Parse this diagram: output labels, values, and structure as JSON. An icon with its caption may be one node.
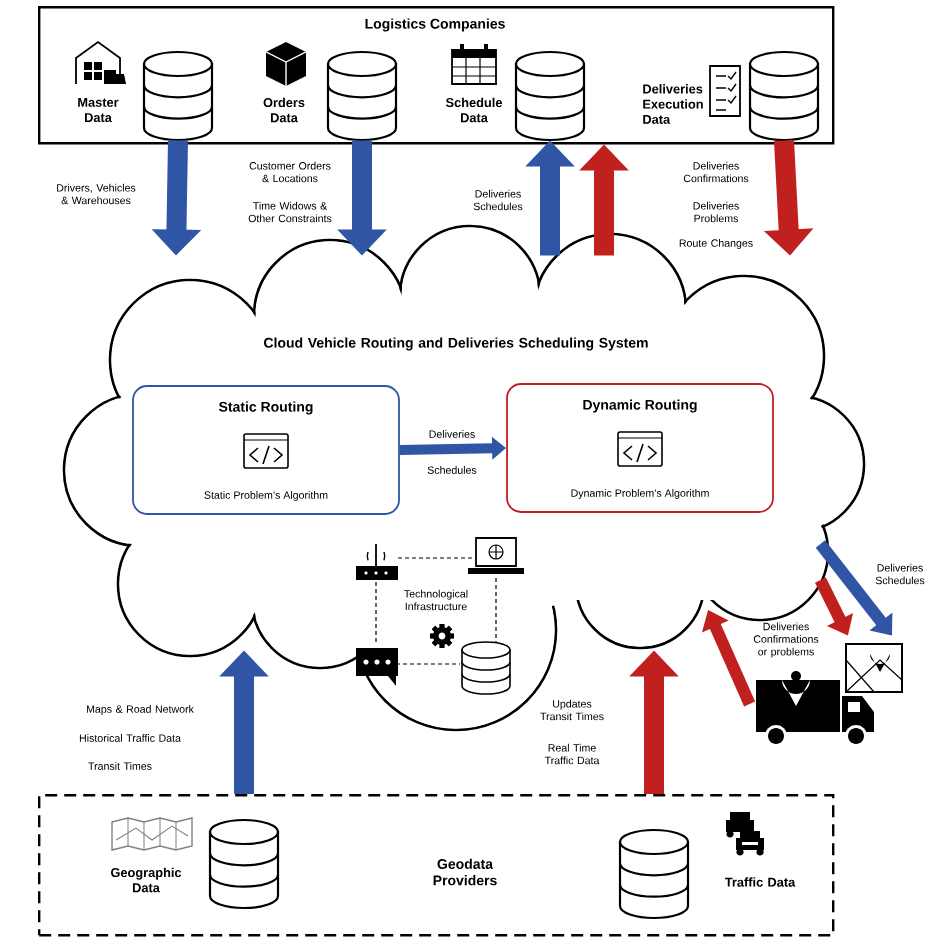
{
  "diagram": {
    "nodes": [
      {
        "text": [
          "Logistics Companies"
        ]
      },
      {
        "text": [],
        "shape": "cylinder",
        "in": 0,
        "beside": [
          "Master Data"
        ]
      },
      {
        "text": [],
        "shape": "cylinder",
        "in": 0,
        "beside": [
          "Orders Data"
        ]
      },
      {
        "text": [],
        "shape": "cylinder",
        "in": 0,
        "beside": [
          "Schedule Data"
        ]
      },
      {
        "text": [],
        "shape": "cylinder",
        "in": 0,
        "beside": [
          "Deliveries Execution Data"
        ]
      },
      {
        "text": [
          "Cloud Vehicle Routing and Deliveries Scheduling System"
        ]
      },
      {
        "text": [
          "Static Routing",
          "Static Problem’s Algorithm"
        ],
        "in": 5
      },
      {
        "text": [
          "Dynamic Routing",
          "Dynamic Problem’s Algorithm"
        ],
        "in": 5
      },
      {
        "text": [],
        "shape": "truck"
      },
      {
        "text": [
          "Geodata Providers"
        ]
      },
      {
        "text": [],
        "shape": "cylinder",
        "in": 9,
        "beside": [
          "Geographic Data"
        ]
      },
      {
        "text": [],
        "shape": "cylinder",
        "in": 9,
        "beside": [
          "Traffic Data"
        ]
      }
    ],
    "edges": [
      {
        "from": 1,
        "to": 5,
        "arrow": "to",
        "label": "Drivers, Vehicles & Warehouses",
        "color": "#2f55a4"
      },
      {
        "from": 2,
        "to": 5,
        "arrow": "to",
        "label": "Customer Orders & Locations",
        "color": "#2f55a4"
      },
      {
        "from": 5,
        "to": 3,
        "arrow": "to",
        "label": "Deliveries Schedules",
        "color": "#2f55a4"
      },
      {
        "from": 5,
        "to": 0,
        "arrow": "to",
        "color": "#c0201e"
      },
      {
        "from": 4,
        "to": 5,
        "arrow": "to",
        "label": "Deliveries Confirmations",
        "color": "#c0201e"
      },
      {
        "from": 6,
        "to": 7,
        "arrow": "to",
        "label": "Deliveries",
        "color": "#2f55a4"
      },
      {
        "from": 5,
        "to": 8,
        "arrow": "to",
        "label": "Deliveries Schedules",
        "color": "#2f55a4"
      },
      {
        "from": 5,
        "to": 8,
        "arrow": "to",
        "color": "#c0201e"
      },
      {
        "from": 8,
        "to": 5,
        "arrow": "to",
        "label": "Deliveries Confirmations or problems",
        "color": "#c0201e"
      },
      {
        "from": 10,
        "to": 5,
        "arrow": "to",
        "label": "Maps & Road Network",
        "color": "#2f55a4"
      },
      {
        "from": 11,
        "to": 5,
        "arrow": "to",
        "label": "Updates Transit Times",
        "color": "#c0201e"
      }
    ],
    "labels": [
      "Time Widows & Other Constraints",
      "Deliveries Problems",
      "Route Changes",
      "Schedules",
      "Technological Infrastructure",
      "Historical Traffic Data",
      "Transit Times",
      "Real Time Traffic Data"
    ]
  }
}
